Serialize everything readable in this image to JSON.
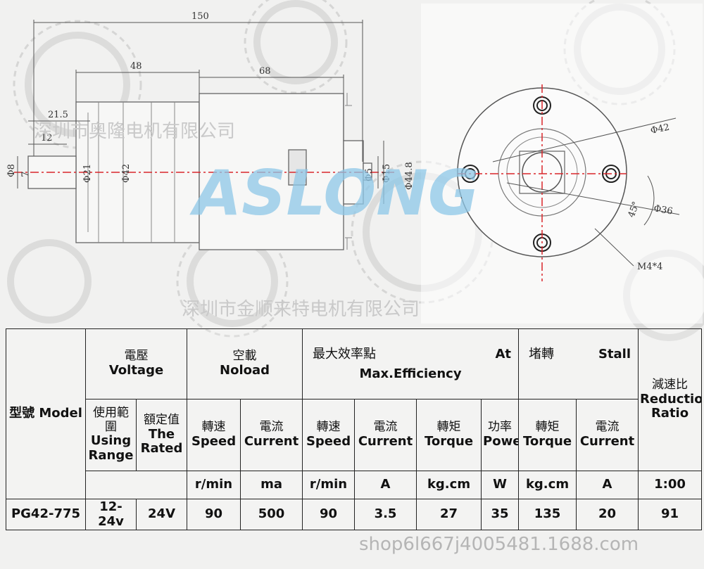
{
  "drawing": {
    "dimensions": {
      "total_length": "150",
      "gearbox_length": "48",
      "motor_length": "68",
      "shaft_length": "21.5",
      "shaft_flat": "12",
      "shaft_dia": "Φ8",
      "shaft_flat_dia": "7",
      "gearbox_dia_small": "Φ21",
      "gearbox_dia": "Φ42",
      "end_dia": "Φ5",
      "end_dia2": "Φ15",
      "motor_dia": "Φ44.8"
    },
    "front_view": {
      "outer_dia": "Φ42",
      "pcd": "Φ36",
      "angle": "45°",
      "holes": "M4*4"
    },
    "brand_logo": "ASLONG",
    "watermarks": [
      "深圳市奥隆电机有限公司",
      "深圳市金顺来特电机有限公司",
      "shop6l667j4005481.1688.com"
    ]
  },
  "spec_table": {
    "headers": {
      "model": "型號 Model",
      "voltage_cn": "電壓",
      "voltage_en": "Voltage",
      "noload_cn": "空載",
      "noload_en": "Noload",
      "maxeff_cn": "最大效率點",
      "maxeff_at": "At",
      "maxeff_en": "Max.Efficiency",
      "stall_cn": "堵轉",
      "stall_en": "Stall",
      "ratio_cn": "減速比",
      "ratio_en": "Reduction Ratio",
      "range_cn": "使用範圍",
      "range_en": "Using Range",
      "rated_cn": "額定值",
      "rated_en": "The Rated",
      "speed_cn": "轉速",
      "speed_en": "Speed",
      "current_cn": "電流",
      "current_en": "Current",
      "torque_cn": "轉矩",
      "torque_en": "Torque",
      "power_cn": "功率",
      "power_en": "Power"
    },
    "units": [
      "r/min",
      "ma",
      "r/min",
      "A",
      "kg.cm",
      "W",
      "kg.cm",
      "A",
      "1:00"
    ],
    "row": {
      "model": "PG42-775",
      "range": "12-24v",
      "rated": "24V",
      "noload_speed": "90",
      "noload_current": "500",
      "eff_speed": "90",
      "eff_current": "3.5",
      "eff_torque": "27",
      "eff_power": "35",
      "stall_torque": "135",
      "stall_current": "20",
      "ratio": "91"
    }
  }
}
